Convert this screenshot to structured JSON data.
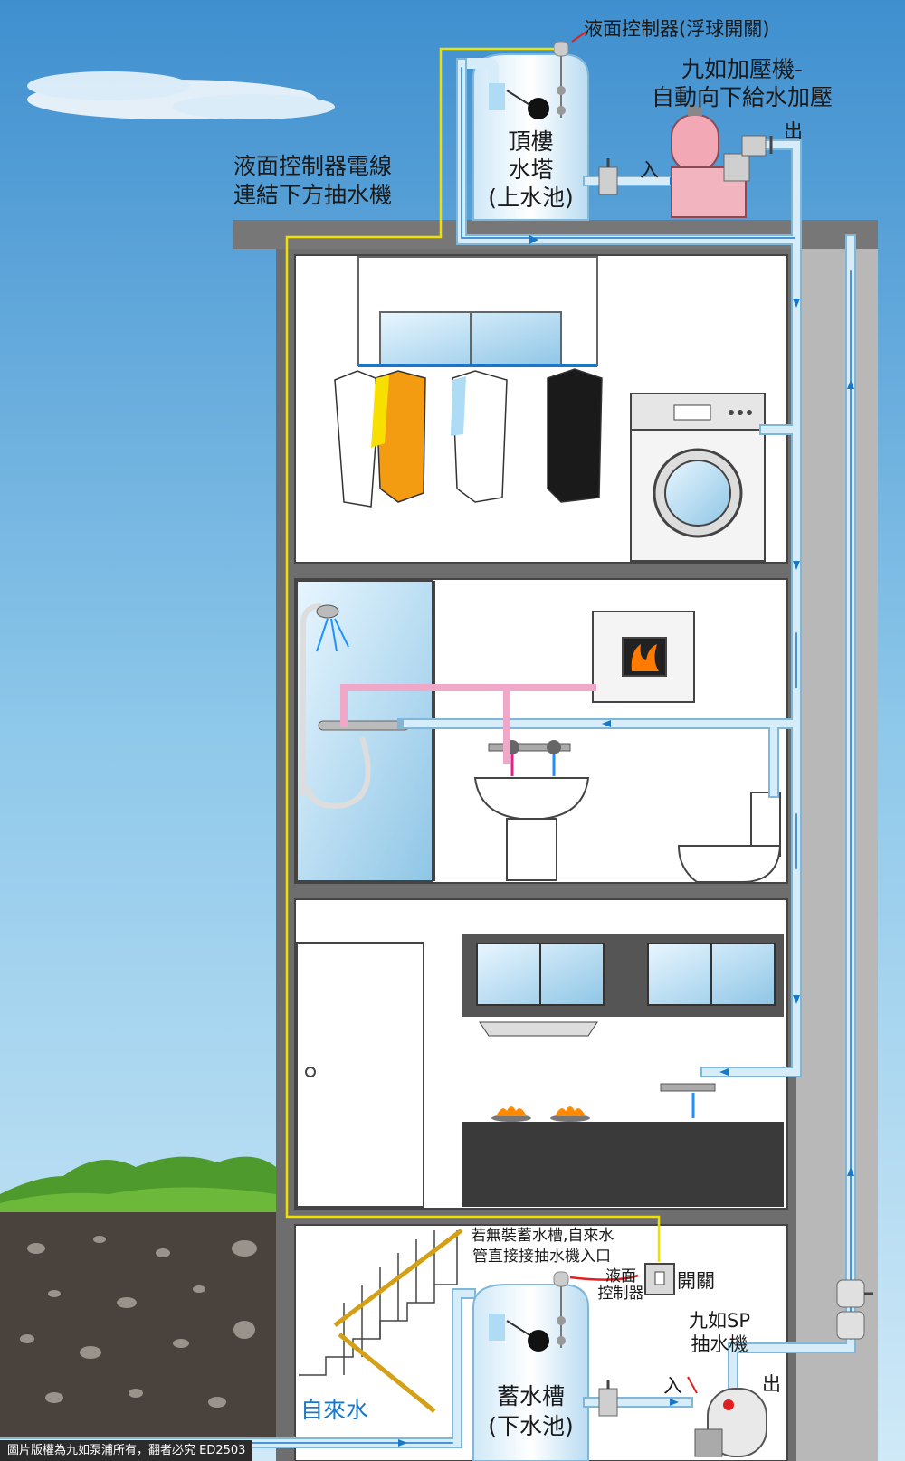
{
  "labels": {
    "float_switch": "液面控制器(浮球開關)",
    "booster_line1": "九如加壓機-",
    "booster_line2": "自動向下給水加壓",
    "outlet_top": "出",
    "inlet_top": "入",
    "roof_tank_line1": "頂樓",
    "roof_tank_line2": "水塔",
    "roof_tank_line3": "(上水池)",
    "wire_note_line1": "液面控制器電線",
    "wire_note_line2": "連結下方抽水機",
    "city_note_line1": "若無裝蓄水槽,自來水",
    "city_note_line2": "管直接接抽水機入口",
    "controller_line1": "液面",
    "controller_line2": "控制器",
    "switch": "開關",
    "pump_line1": "九如SP",
    "pump_line2": "抽水機",
    "inlet_bottom": "入",
    "outlet_bottom": "出",
    "storage_line1": "蓄水槽",
    "storage_line2": "(下水池)",
    "city_water": "自來水",
    "copyright": "圖片版權為九如泵浦所有，翻者必究 ED2503"
  },
  "colors": {
    "sky": "#6fb3de",
    "water_pipe": "#d6ecf8",
    "flow_arrow": "#1877c9",
    "hot_pipe": "#f0a8c8",
    "wire": "#f0e000",
    "control_wire": "#e02020",
    "wall": "#7a7a7a",
    "soil": "#4a423c"
  },
  "icons": [
    "float-ball-icon",
    "pump-icon",
    "valve-icon",
    "washing-machine-icon",
    "shower-icon",
    "faucet-icon",
    "flame-icon",
    "toilet-icon",
    "switch-icon",
    "cloud-icon"
  ]
}
